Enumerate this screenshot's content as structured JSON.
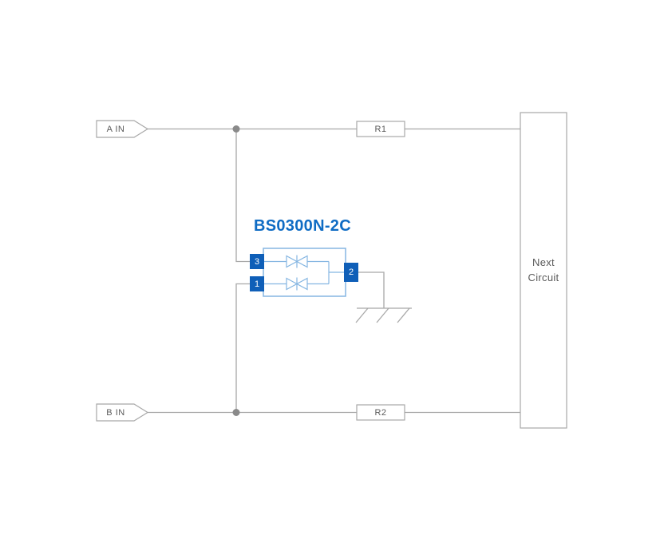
{
  "diagram": {
    "component": {
      "name": "BS0300N-2C",
      "pin_top_left": "3",
      "pin_bottom_left": "1",
      "pin_right": "2"
    },
    "inputs": {
      "a_label": "A IN",
      "b_label": "B IN"
    },
    "resistors": {
      "r1_label": "R1",
      "r2_label": "R2"
    },
    "next_circuit": {
      "lines": [
        "Next",
        "Circuit"
      ]
    },
    "colors": {
      "accent_blue": "#0f6cc4",
      "pin_blue": "#0f5fb8",
      "component_outline": "#85b6e2",
      "wire_gray": "#a8a8a8",
      "text_gray": "#5a5a5a"
    }
  }
}
